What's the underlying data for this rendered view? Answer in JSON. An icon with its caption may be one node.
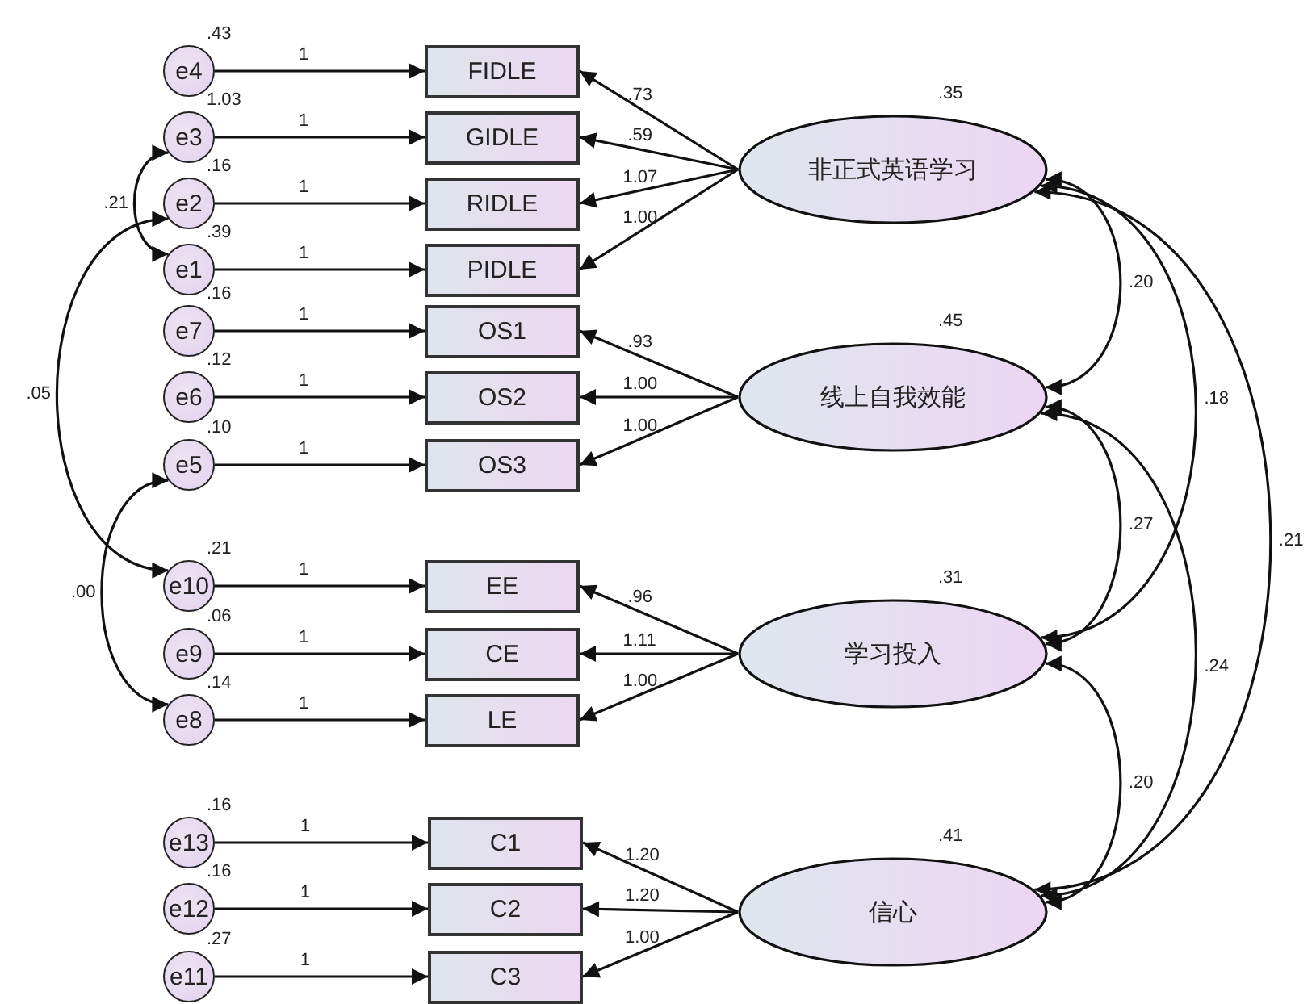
{
  "diagram": {
    "nodes": [
      {
        "text": [
          "e4"
        ],
        "beside": [
          ".43"
        ]
      },
      {
        "text": [
          "e3"
        ],
        "beside": [
          "1.03"
        ]
      },
      {
        "text": [
          "e2"
        ],
        "beside": [
          ".16"
        ]
      },
      {
        "text": [
          "e1"
        ],
        "beside": [
          ".39"
        ]
      },
      {
        "text": [
          "e7"
        ],
        "beside": [
          ".16"
        ]
      },
      {
        "text": [
          "e6"
        ],
        "beside": [
          ".12"
        ]
      },
      {
        "text": [
          "e5"
        ],
        "beside": [
          ".10"
        ]
      },
      {
        "text": [
          "e10"
        ],
        "beside": [
          ".21"
        ]
      },
      {
        "text": [
          "e9"
        ],
        "beside": [
          ".06"
        ]
      },
      {
        "text": [
          "e8"
        ],
        "beside": [
          ".14"
        ]
      },
      {
        "text": [
          "e13"
        ],
        "beside": [
          ".16"
        ]
      },
      {
        "text": [
          "e12"
        ],
        "beside": [
          ".16"
        ]
      },
      {
        "text": [
          "e11"
        ],
        "beside": [
          ".27"
        ]
      },
      {
        "text": [
          "FIDLE"
        ]
      },
      {
        "text": [
          "GIDLE"
        ]
      },
      {
        "text": [
          "RIDLE"
        ]
      },
      {
        "text": [
          "PIDLE"
        ]
      },
      {
        "text": [
          "OS1"
        ]
      },
      {
        "text": [
          "OS2"
        ]
      },
      {
        "text": [
          "OS3"
        ]
      },
      {
        "text": [
          "EE"
        ]
      },
      {
        "text": [
          "CE"
        ]
      },
      {
        "text": [
          "LE"
        ]
      },
      {
        "text": [
          "C1"
        ]
      },
      {
        "text": [
          "C2"
        ]
      },
      {
        "text": [
          "C3"
        ]
      },
      {
        "text": [
          "非正式英语学习"
        ],
        "beside": [
          ".35"
        ]
      },
      {
        "text": [
          "线上自我效能"
        ],
        "beside": [
          ".45"
        ]
      },
      {
        "text": [
          "学习投入"
        ],
        "beside": [
          ".31"
        ]
      },
      {
        "text": [
          "信心"
        ],
        "beside": [
          ".41"
        ]
      }
    ],
    "edges": [
      {
        "from": 0,
        "to": 13,
        "arrow": "to",
        "label": "1"
      },
      {
        "from": 1,
        "to": 14,
        "arrow": "to",
        "label": "1"
      },
      {
        "from": 2,
        "to": 15,
        "arrow": "to",
        "label": "1"
      },
      {
        "from": 3,
        "to": 16,
        "arrow": "to",
        "label": "1"
      },
      {
        "from": 4,
        "to": 17,
        "arrow": "to",
        "label": "1"
      },
      {
        "from": 5,
        "to": 18,
        "arrow": "to",
        "label": "1"
      },
      {
        "from": 6,
        "to": 19,
        "arrow": "to",
        "label": "1"
      },
      {
        "from": 7,
        "to": 20,
        "arrow": "to",
        "label": "1"
      },
      {
        "from": 8,
        "to": 21,
        "arrow": "to",
        "label": "1"
      },
      {
        "from": 9,
        "to": 22,
        "arrow": "to",
        "label": "1"
      },
      {
        "from": 10,
        "to": 23,
        "arrow": "to",
        "label": "1"
      },
      {
        "from": 11,
        "to": 24,
        "arrow": "to",
        "label": "1"
      },
      {
        "from": 12,
        "to": 25,
        "arrow": "to",
        "label": "1"
      },
      {
        "from": 26,
        "to": 13,
        "arrow": "to",
        "label": ".73"
      },
      {
        "from": 26,
        "to": 14,
        "arrow": "to",
        "label": ".59"
      },
      {
        "from": 26,
        "to": 15,
        "arrow": "to",
        "label": "1.07"
      },
      {
        "from": 26,
        "to": 16,
        "arrow": "to",
        "label": "1.00"
      },
      {
        "from": 27,
        "to": 17,
        "arrow": "to",
        "label": ".93"
      },
      {
        "from": 27,
        "to": 18,
        "arrow": "to",
        "label": "1.00"
      },
      {
        "from": 27,
        "to": 19,
        "arrow": "to",
        "label": "1.00"
      },
      {
        "from": 28,
        "to": 20,
        "arrow": "to",
        "label": ".96"
      },
      {
        "from": 28,
        "to": 21,
        "arrow": "to",
        "label": "1.11"
      },
      {
        "from": 28,
        "to": 22,
        "arrow": "to",
        "label": "1.00"
      },
      {
        "from": 29,
        "to": 23,
        "arrow": "to",
        "label": "1.20"
      },
      {
        "from": 29,
        "to": 24,
        "arrow": "to",
        "label": "1.20"
      },
      {
        "from": 29,
        "to": 25,
        "arrow": "to",
        "label": "1.00"
      },
      {
        "from": 1,
        "to": 3,
        "arrow": "both",
        "label": ".21"
      },
      {
        "from": 2,
        "to": 7,
        "arrow": "both",
        "label": ".05"
      },
      {
        "from": 6,
        "to": 9,
        "arrow": "both",
        "label": ".00"
      },
      {
        "from": 26,
        "to": 27,
        "arrow": "both",
        "label": ".20"
      },
      {
        "from": 26,
        "to": 28,
        "arrow": "both",
        "label": ".18"
      },
      {
        "from": 26,
        "to": 29,
        "arrow": "both",
        "label": ".21"
      },
      {
        "from": 27,
        "to": 28,
        "arrow": "both",
        "label": ".27"
      },
      {
        "from": 27,
        "to": 29,
        "arrow": "both",
        "label": ".24"
      },
      {
        "from": 28,
        "to": 29,
        "arrow": "both",
        "label": ".20"
      }
    ]
  }
}
